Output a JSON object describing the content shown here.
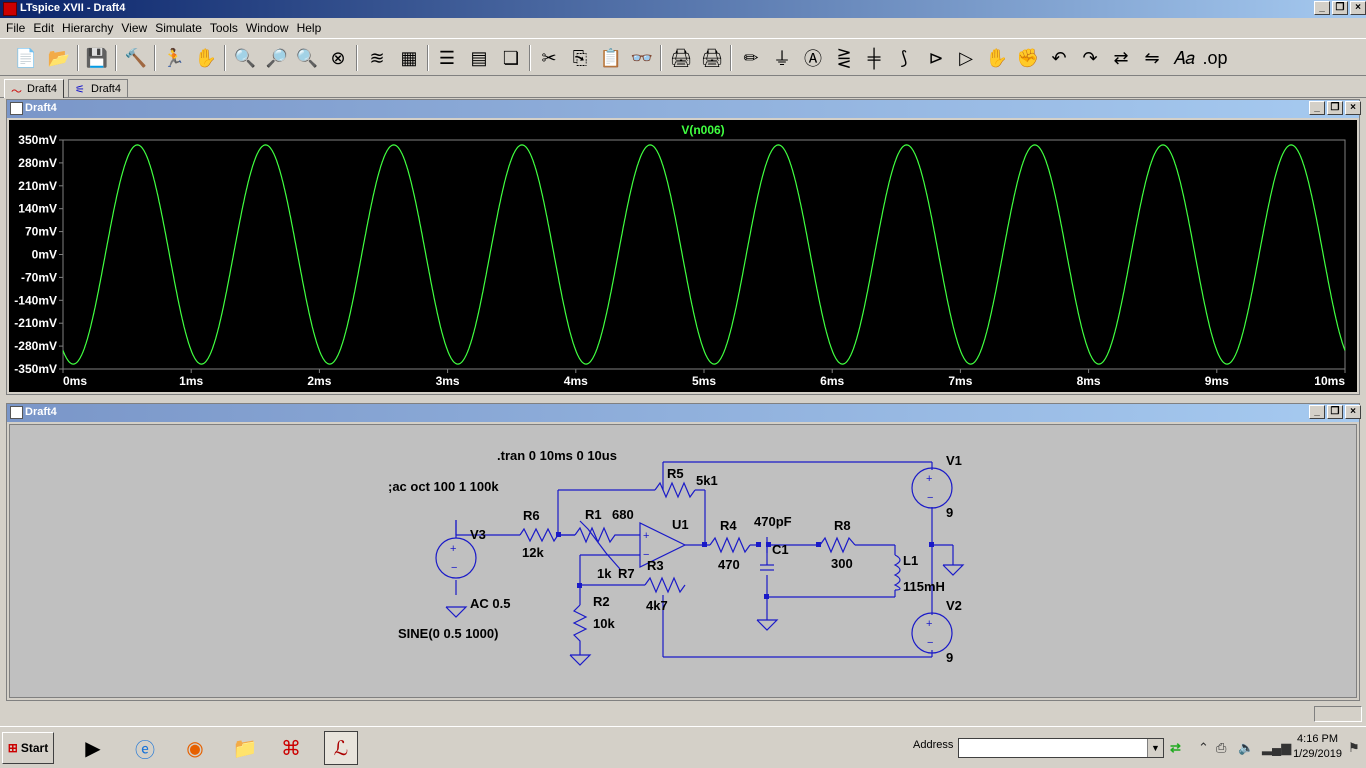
{
  "app": {
    "title": "LTspice XVII - Draft4"
  },
  "menu": [
    "File",
    "Edit",
    "Hierarchy",
    "View",
    "Simulate",
    "Tools",
    "Window",
    "Help"
  ],
  "tabs": [
    {
      "label": "Draft4",
      "icon": "waveform-icon",
      "active": true
    },
    {
      "label": "Draft4",
      "icon": "schematic-icon",
      "active": false
    }
  ],
  "plot_window": {
    "title": "Draft4",
    "trace_label": "V(n006)",
    "trace_color": "#40ff40"
  },
  "chart_data": {
    "type": "line",
    "title": "",
    "xlabel": "",
    "ylabel": "",
    "x_ticks": [
      "0ms",
      "1ms",
      "2ms",
      "3ms",
      "4ms",
      "5ms",
      "6ms",
      "7ms",
      "8ms",
      "9ms",
      "10ms"
    ],
    "y_ticks": [
      "350mV",
      "280mV",
      "210mV",
      "140mV",
      "70mV",
      "0mV",
      "-70mV",
      "-140mV",
      "-210mV",
      "-280mV",
      "-350mV"
    ],
    "xlim": [
      0,
      10
    ],
    "ylim": [
      -350,
      350
    ],
    "series": [
      {
        "name": "V(n006)",
        "description_values": {
          "amplitude_mV": 335,
          "frequency_kHz": 1,
          "phase": "starts at minimum near 0.1ms"
        }
      }
    ],
    "grid": false
  },
  "schematic_window": {
    "title": "Draft4",
    "directives": [
      ".tran 0 10ms 0 10us",
      ";ac oct 100 1 100k"
    ],
    "source_text": [
      "AC 0.5",
      "SINE(0 0.5 1000)"
    ],
    "components": {
      "V1": {
        "name": "V1",
        "value": "9"
      },
      "V2": {
        "name": "V2",
        "value": "9"
      },
      "V3": {
        "name": "V3"
      },
      "R1": {
        "name": "R1",
        "value": "680"
      },
      "R2": {
        "name": "R2",
        "value": "10k"
      },
      "R3": {
        "name": "R3",
        "value": "4k7"
      },
      "R4": {
        "name": "R4",
        "value": "470"
      },
      "R5": {
        "name": "R5",
        "value": "5k1"
      },
      "R6": {
        "name": "R6",
        "value": "12k"
      },
      "R7": {
        "name": "R7",
        "value": "1k"
      },
      "R8": {
        "name": "R8",
        "value": "300"
      },
      "C1": {
        "name": "C1",
        "value": "470pF"
      },
      "L1": {
        "name": "L1",
        "value": "115mH"
      },
      "U1": {
        "name": "U1"
      }
    }
  },
  "taskbar": {
    "start_label": "Start",
    "address_label": "Address",
    "address_value": "",
    "clock_time": "4:16 PM",
    "clock_date": "1/29/2019"
  }
}
